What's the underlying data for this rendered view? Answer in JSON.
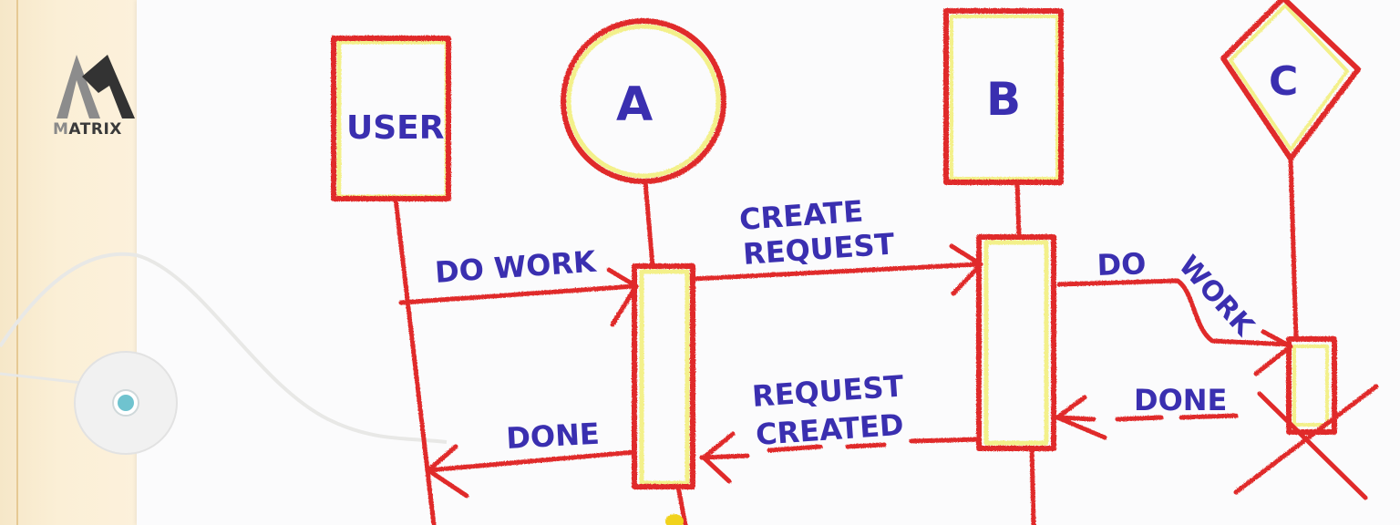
{
  "logo": {
    "brand_prefix": "M",
    "brand_rest": "ATRIX",
    "icon": "matrix-m-logo-icon"
  },
  "diagram": {
    "type": "sequence-diagram",
    "style": "hand-drawn crayon on paper",
    "colors": {
      "lines": "#e02a2a",
      "highlight": "#f3f08a",
      "text": "#3a2fb0",
      "folder": "#f8ebd0",
      "paper": "#fbfbfc"
    },
    "participants": [
      {
        "id": "user",
        "label": "USER",
        "shape": "rectangle"
      },
      {
        "id": "a",
        "label": "A",
        "shape": "circle"
      },
      {
        "id": "b",
        "label": "B",
        "shape": "rectangle"
      },
      {
        "id": "c",
        "label": "C",
        "shape": "diamond"
      }
    ],
    "messages": [
      {
        "from": "USER",
        "to": "A",
        "label": "DO WORK",
        "kind": "sync"
      },
      {
        "from": "A",
        "to": "B",
        "label_line1": "CREATE",
        "label_line2": "REQUEST",
        "kind": "sync"
      },
      {
        "from": "B",
        "to": "C",
        "label_line1": "DO",
        "label_line2": "WORK",
        "kind": "sync"
      },
      {
        "from": "C",
        "to": "B",
        "label": "DONE",
        "kind": "return"
      },
      {
        "from": "B",
        "to": "A",
        "label_line1": "REQUEST",
        "label_line2": "CREATED",
        "kind": "return"
      },
      {
        "from": "A",
        "to": "USER",
        "label": "DONE",
        "kind": "return"
      }
    ],
    "termination": {
      "participant": "C",
      "marker": "X"
    }
  }
}
